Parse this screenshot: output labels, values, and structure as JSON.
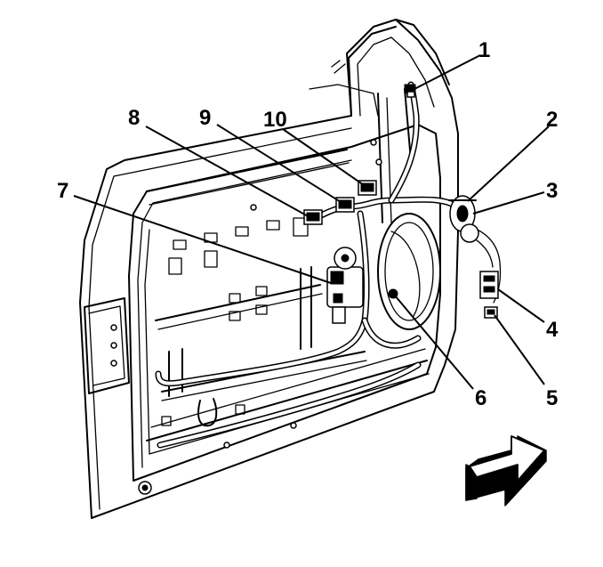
{
  "callouts": {
    "c1": "1",
    "c2": "2",
    "c3": "3",
    "c4": "4",
    "c5": "5",
    "c6": "6",
    "c7": "7",
    "c8": "8",
    "c9": "9",
    "c10": "10"
  },
  "colors": {
    "line": "#000000",
    "background": "#ffffff"
  },
  "icons": {
    "orientation": "front-arrow-icon"
  }
}
